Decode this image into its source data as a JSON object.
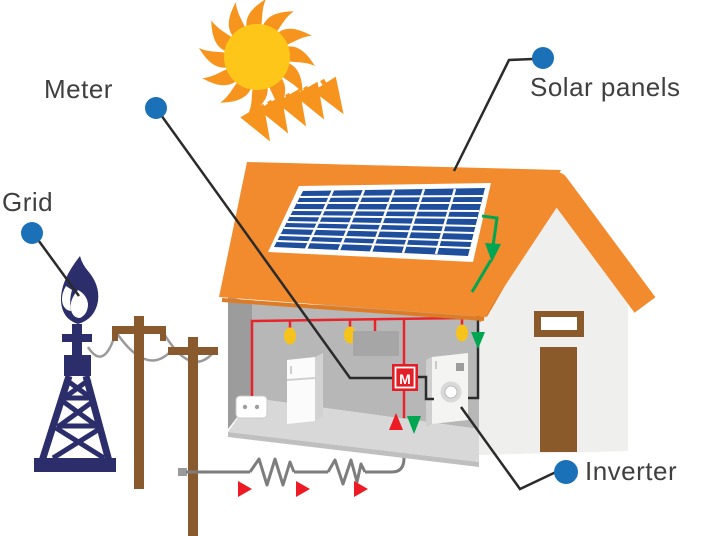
{
  "figure": {
    "type": "diagram",
    "subject": "Residential solar panel energy system with grid connection",
    "callouts": [
      {
        "id": "meter",
        "label": "Meter"
      },
      {
        "id": "grid",
        "label": "Grid"
      },
      {
        "id": "solar_panels",
        "label": "Solar panels"
      },
      {
        "id": "inverter",
        "label": "Inverter"
      }
    ],
    "meter_box_letter": "M",
    "icons": [
      "sun-icon",
      "sun-rays-arrows-icon",
      "flame-icon",
      "derrick-tower-icon",
      "utility-pole-icon",
      "resistor-icon",
      "solar-panel-icon",
      "house-icon",
      "meter-box-icon",
      "inverter-unit-icon",
      "fridge-icon",
      "wall-outlet-icon",
      "light-bulb-icon",
      "tv-panel-icon",
      "callout-dot"
    ],
    "flow_arrows": {
      "grid_to_house": "red-right-arrows",
      "meter_up": "red-up-arrow",
      "meter_down": "green-down-arrow",
      "panel_to_inverter": "green-down-arrows"
    },
    "colors": {
      "accent_orange": "#F28A2E",
      "sun_core_yellow": "#FFC61A",
      "panel_blue": "#1E4E9C",
      "grid_navy": "#2B2E6B",
      "pole_brown": "#8A5A2F",
      "door_brown": "#8A5A2B",
      "wire_red": "#E8242B",
      "wire_gray": "#7D7D7D",
      "flow_green": "#00A651",
      "flow_red": "#ED1C24",
      "callout_dot_blue": "#1B71B8",
      "label_text": "#3F3F3F",
      "wall_light": "#EFEFED",
      "wall_interior": "#B7B7B7"
    }
  }
}
